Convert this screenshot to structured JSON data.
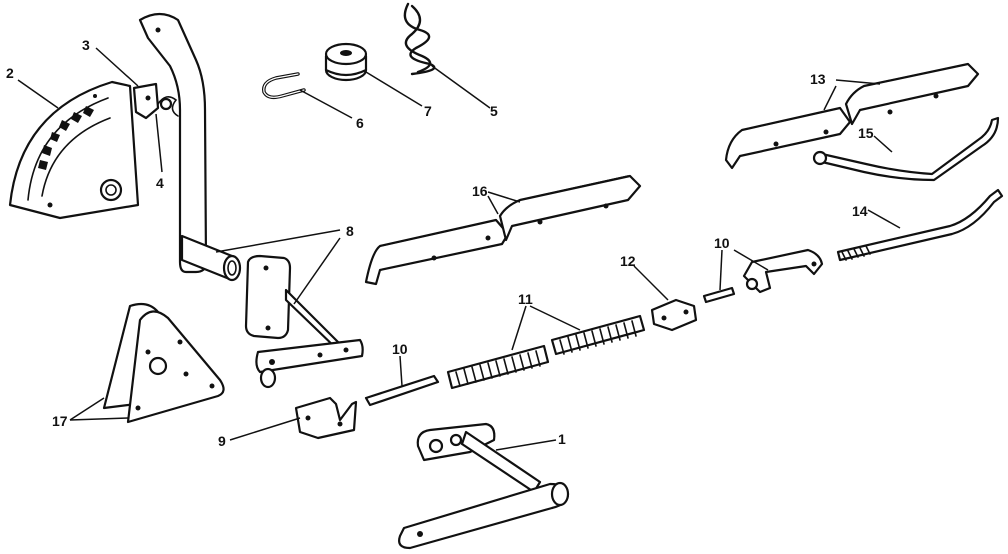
{
  "diagram": {
    "callouts": [
      {
        "id": "c2",
        "label": "2"
      },
      {
        "id": "c3",
        "label": "3"
      },
      {
        "id": "c4",
        "label": "4"
      },
      {
        "id": "c6",
        "label": "6"
      },
      {
        "id": "c7",
        "label": "7"
      },
      {
        "id": "c5",
        "label": "5"
      },
      {
        "id": "c13",
        "label": "13"
      },
      {
        "id": "c15",
        "label": "15"
      },
      {
        "id": "c16",
        "label": "16"
      },
      {
        "id": "c8",
        "label": "8"
      },
      {
        "id": "c14",
        "label": "14"
      },
      {
        "id": "c10a",
        "label": "10"
      },
      {
        "id": "c12",
        "label": "12"
      },
      {
        "id": "c11",
        "label": "11"
      },
      {
        "id": "c10b",
        "label": "10"
      },
      {
        "id": "c17",
        "label": "17"
      },
      {
        "id": "c9",
        "label": "9"
      },
      {
        "id": "c1",
        "label": "1"
      }
    ]
  }
}
